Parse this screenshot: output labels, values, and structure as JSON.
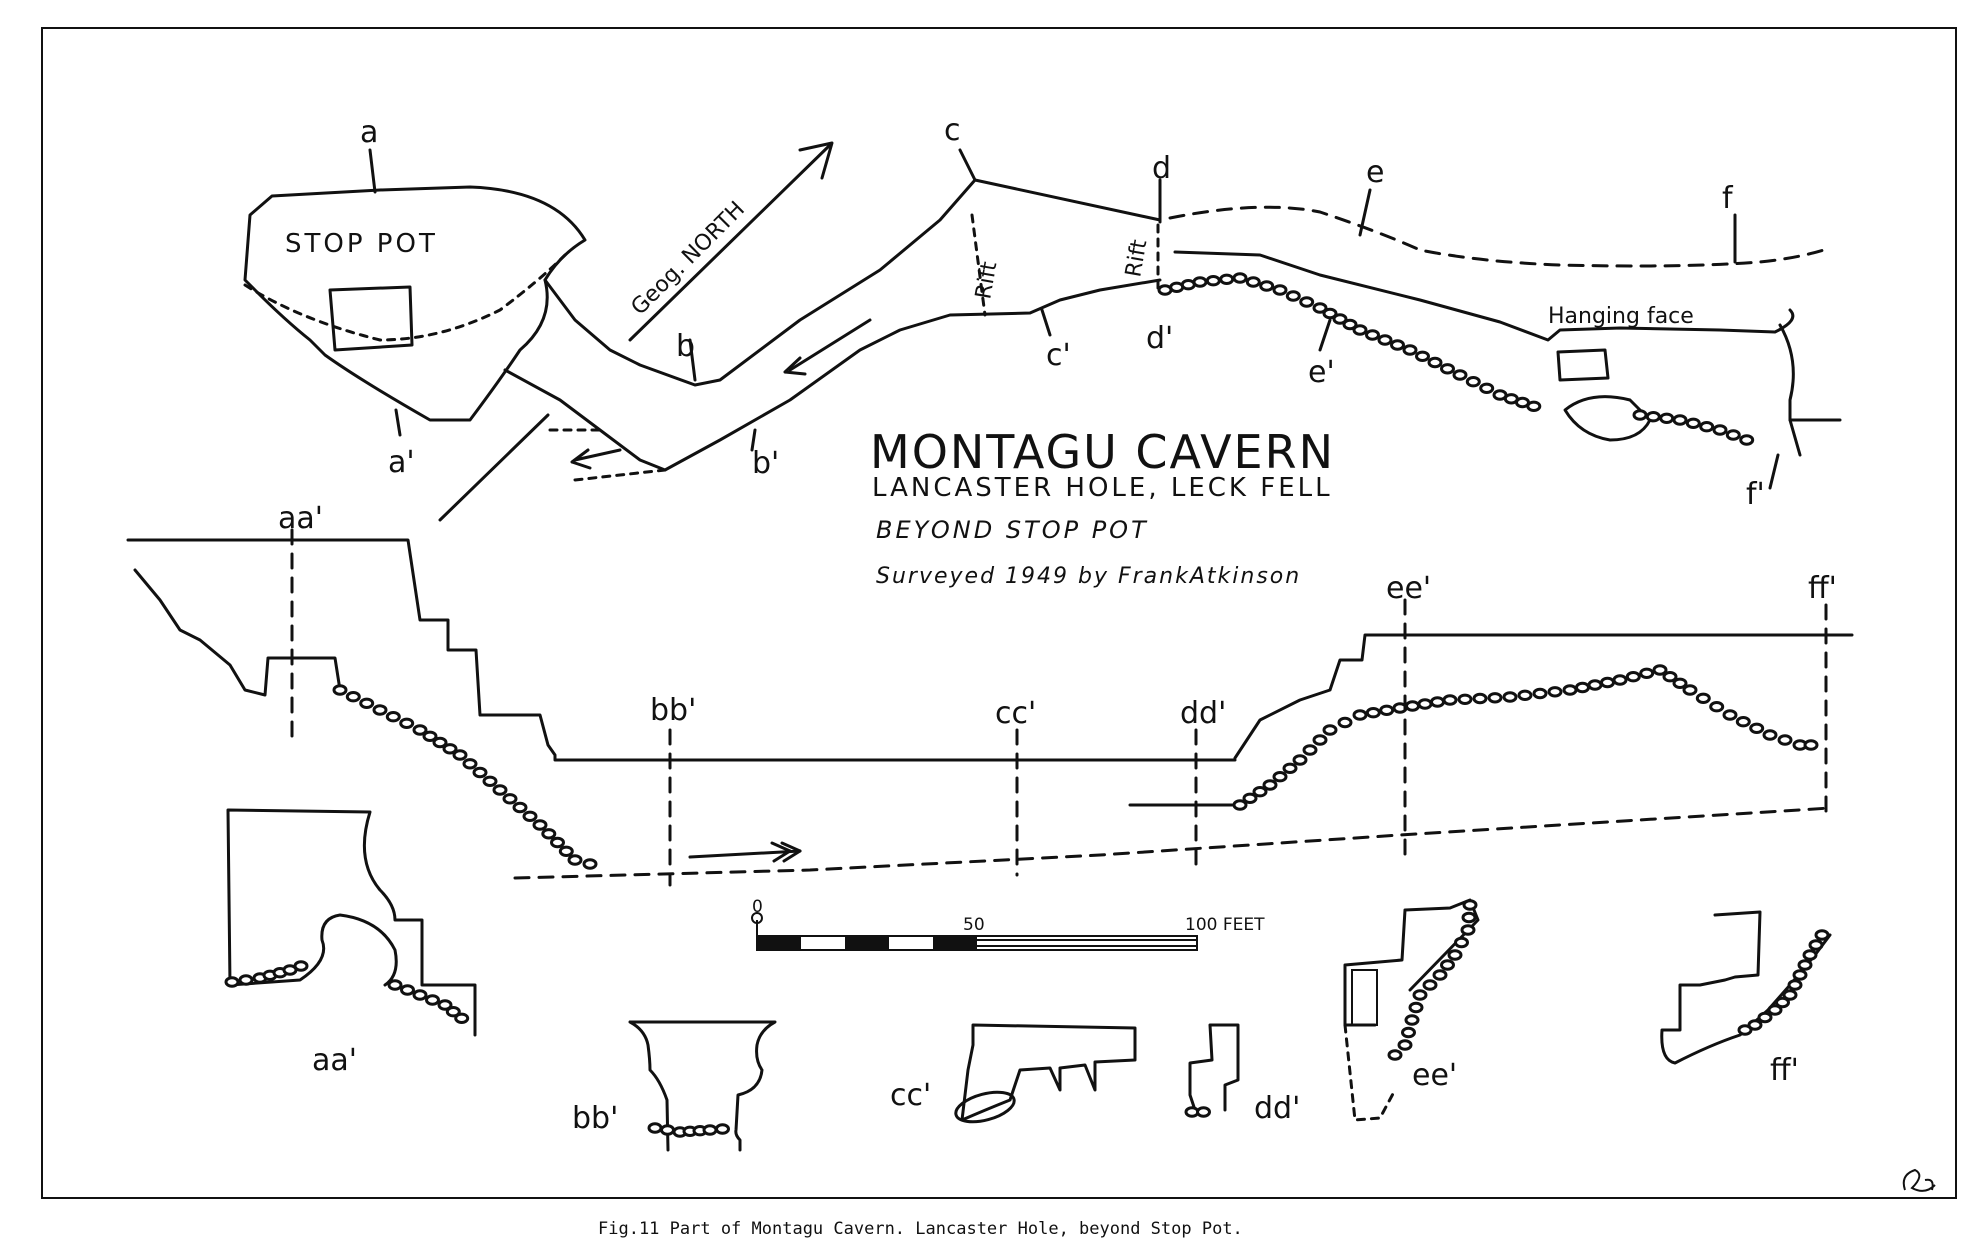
{
  "title": {
    "main": "MONTAGU CAVERN",
    "sub": "LANCASTER HOLE, LECK FELL",
    "section": "BEYOND STOP POT",
    "surveyed": "Surveyed 1949 by FrankAtkinson"
  },
  "labels": {
    "stop_pot": "STOP POT",
    "north": "Geog. NORTH",
    "hanging_face": "Hanging face",
    "rift": "Rift"
  },
  "plan_markers": {
    "a": "a",
    "a_prime": "a'",
    "b": "b",
    "b_prime": "b'",
    "c": "c",
    "c_prime": "c'",
    "d": "d",
    "d_prime": "d'",
    "e": "e",
    "e_prime": "e'",
    "f": "f",
    "f_prime": "f'"
  },
  "section_markers": {
    "aa": "aa'",
    "bb": "bb'",
    "cc": "cc'",
    "dd": "dd'",
    "ee": "ee'",
    "ff": "ff'"
  },
  "cross_section_labels": {
    "aa": "aa'",
    "bb": "bb'",
    "cc": "cc'",
    "dd": "dd'",
    "ee": "ee'",
    "ff": "ff'"
  },
  "scale": {
    "zero": "0",
    "mid": "50",
    "end": "100 FEET"
  },
  "caption": "Fig.11  Part of Montagu Cavern. Lancaster Hole, beyond Stop Pot.",
  "colors": {
    "ink": "#111111",
    "paper": "#ffffff"
  }
}
